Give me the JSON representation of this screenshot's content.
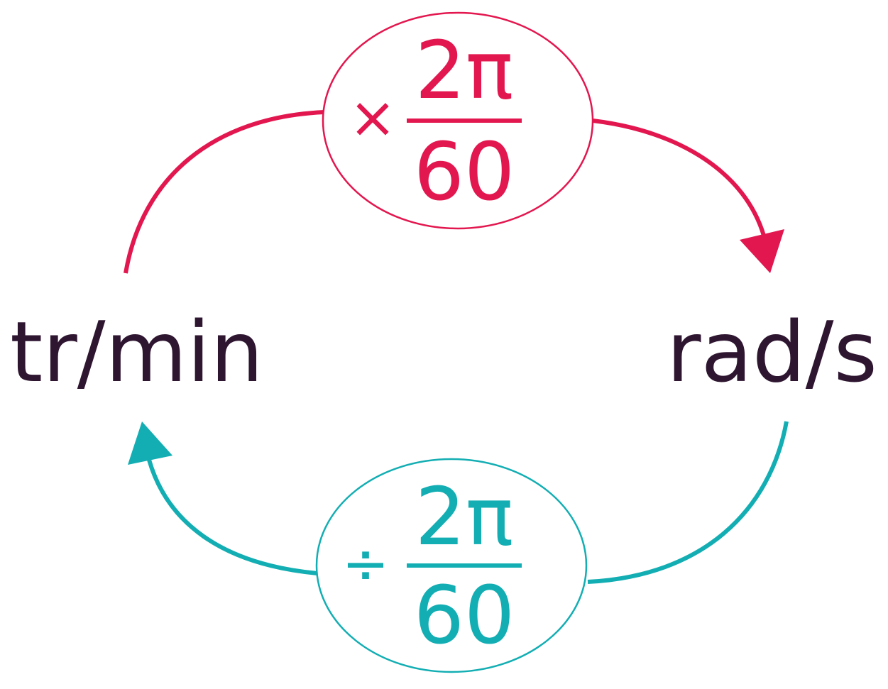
{
  "colors": {
    "forward": "#e3174f",
    "backward": "#13aeb3",
    "text": "#2e1530"
  },
  "units": {
    "left": "tr/min",
    "right": "rad/s"
  },
  "forward_conversion": {
    "operator": "×",
    "numerator": "2π",
    "denominator": "60",
    "direction_icon": "arrow-right-icon"
  },
  "backward_conversion": {
    "operator": "÷",
    "numerator": "2π",
    "denominator": "60",
    "direction_icon": "arrow-left-icon"
  }
}
